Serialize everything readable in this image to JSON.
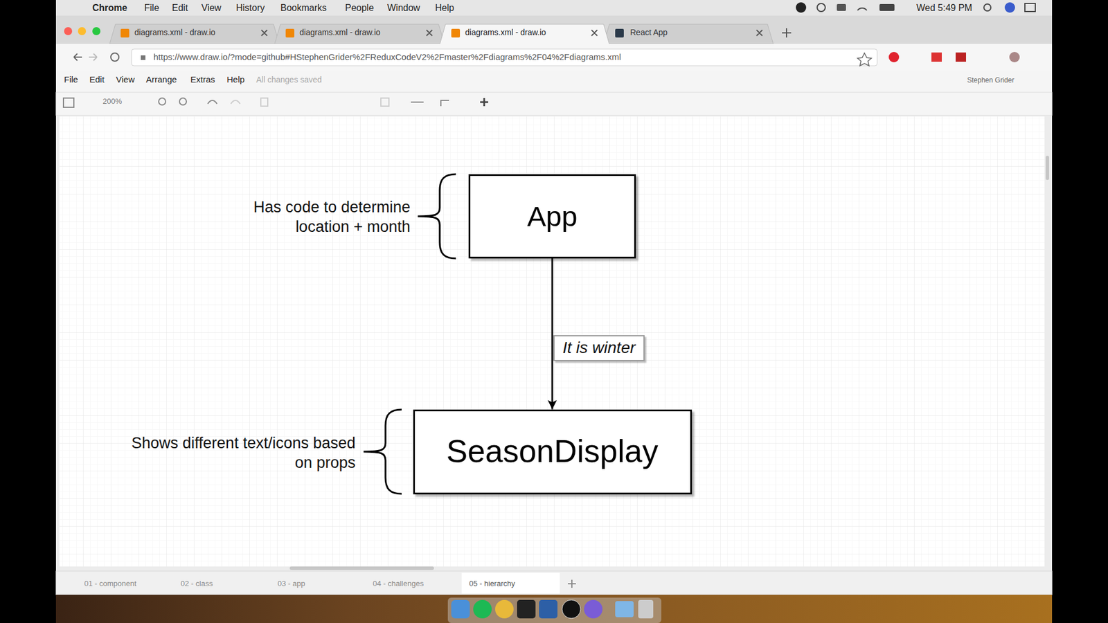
{
  "diagram": {
    "nodes": [
      {
        "text": [
          "App"
        ]
      },
      {
        "text": [
          "SeasonDisplay"
        ]
      }
    ],
    "edges": [
      {
        "from": 0,
        "to": 1,
        "arrow": "to",
        "label": "It is winter"
      }
    ],
    "labels": [
      "Chrome",
      "File",
      "Edit",
      "View",
      "History",
      "Bookmarks",
      "People",
      "Window",
      "Help",
      "Wed 5:49 PM",
      "diagrams.xml - draw.io",
      "diagrams.xml - draw.io",
      "diagrams.xml - draw.io",
      "React App",
      "https://www.draw.io/?mode=github#HStephenGrider%2FReduxCodeV2%2Fmaster%2Fdiagrams%2F04%2Fdiagrams.xml",
      "File",
      "Edit",
      "View",
      "Arrange",
      "Extras",
      "Help",
      "All changes saved",
      "Stephen Grider",
      "200%",
      "Has code to determine location + month",
      "Shows different text/icons based on props",
      "01 - component",
      "02 - class",
      "03 - app",
      "04 - challenges",
      "05 - hierarchy"
    ]
  }
}
